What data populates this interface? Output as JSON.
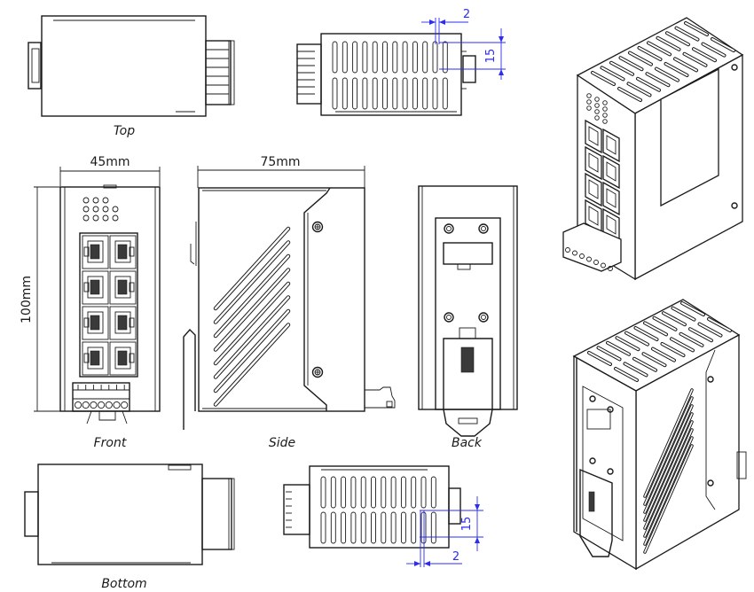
{
  "drawing": {
    "subject": "8-port DIN-rail industrial Ethernet switch",
    "views": {
      "top": "Top",
      "front": "Front",
      "side": "Side",
      "back": "Back",
      "bottom": "Bottom"
    },
    "dimensions": {
      "width": "45mm",
      "depth": "75mm",
      "height": "100mm",
      "vent_pitch": "2",
      "vent_height": "15"
    },
    "front_panel": {
      "rj45_ports": 8,
      "led_count": 11,
      "terminal_pins": 7
    },
    "colors": {
      "line": "#1a1a1a",
      "dimension_blue": "#2d2df0",
      "background": "#ffffff"
    }
  }
}
